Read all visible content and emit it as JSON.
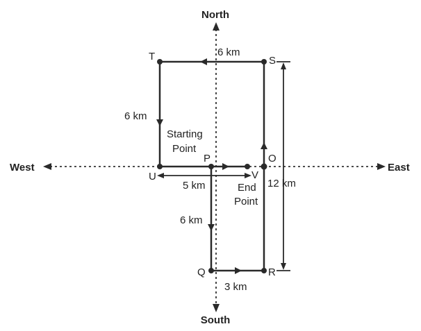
{
  "compass": {
    "north": "North",
    "south": "South",
    "east": "East",
    "west": "West"
  },
  "points": {
    "T": "T",
    "S": "S",
    "O": "O",
    "P": "P",
    "U": "U",
    "V": "V",
    "Q": "Q",
    "R": "R"
  },
  "annotations": {
    "starting_line1": "Starting",
    "starting_line2": "Point",
    "end_line1": "End",
    "end_line2": "Point"
  },
  "distances": {
    "ts": "6 km",
    "tu": "6 km",
    "uv": "5 km",
    "pq": "6 km",
    "qr": "3 km",
    "sr": "12 km"
  }
}
